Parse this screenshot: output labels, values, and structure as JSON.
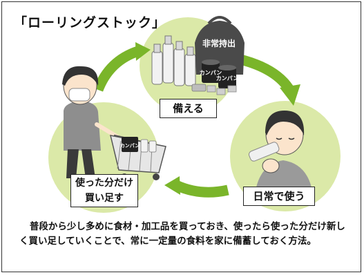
{
  "title": "「ローリングストック」",
  "cycle": {
    "prepare": {
      "label": "備える",
      "bag_text": "非常持出",
      "can_text": "カンパン"
    },
    "use": {
      "label": "日常で使う"
    },
    "buy": {
      "label_line1": "使った分だけ",
      "label_line2": "買い足す",
      "can_text": "カンパン"
    }
  },
  "description": "普段から少し多めに食材・加工品を買っておき、使ったら使った分だけ新しく買い足していくことで、常に一定量の食料を家に備蓄しておく方法。",
  "colors": {
    "circle": "#dbe9a8",
    "arrow": "#7ab52a",
    "border": "#333333"
  }
}
